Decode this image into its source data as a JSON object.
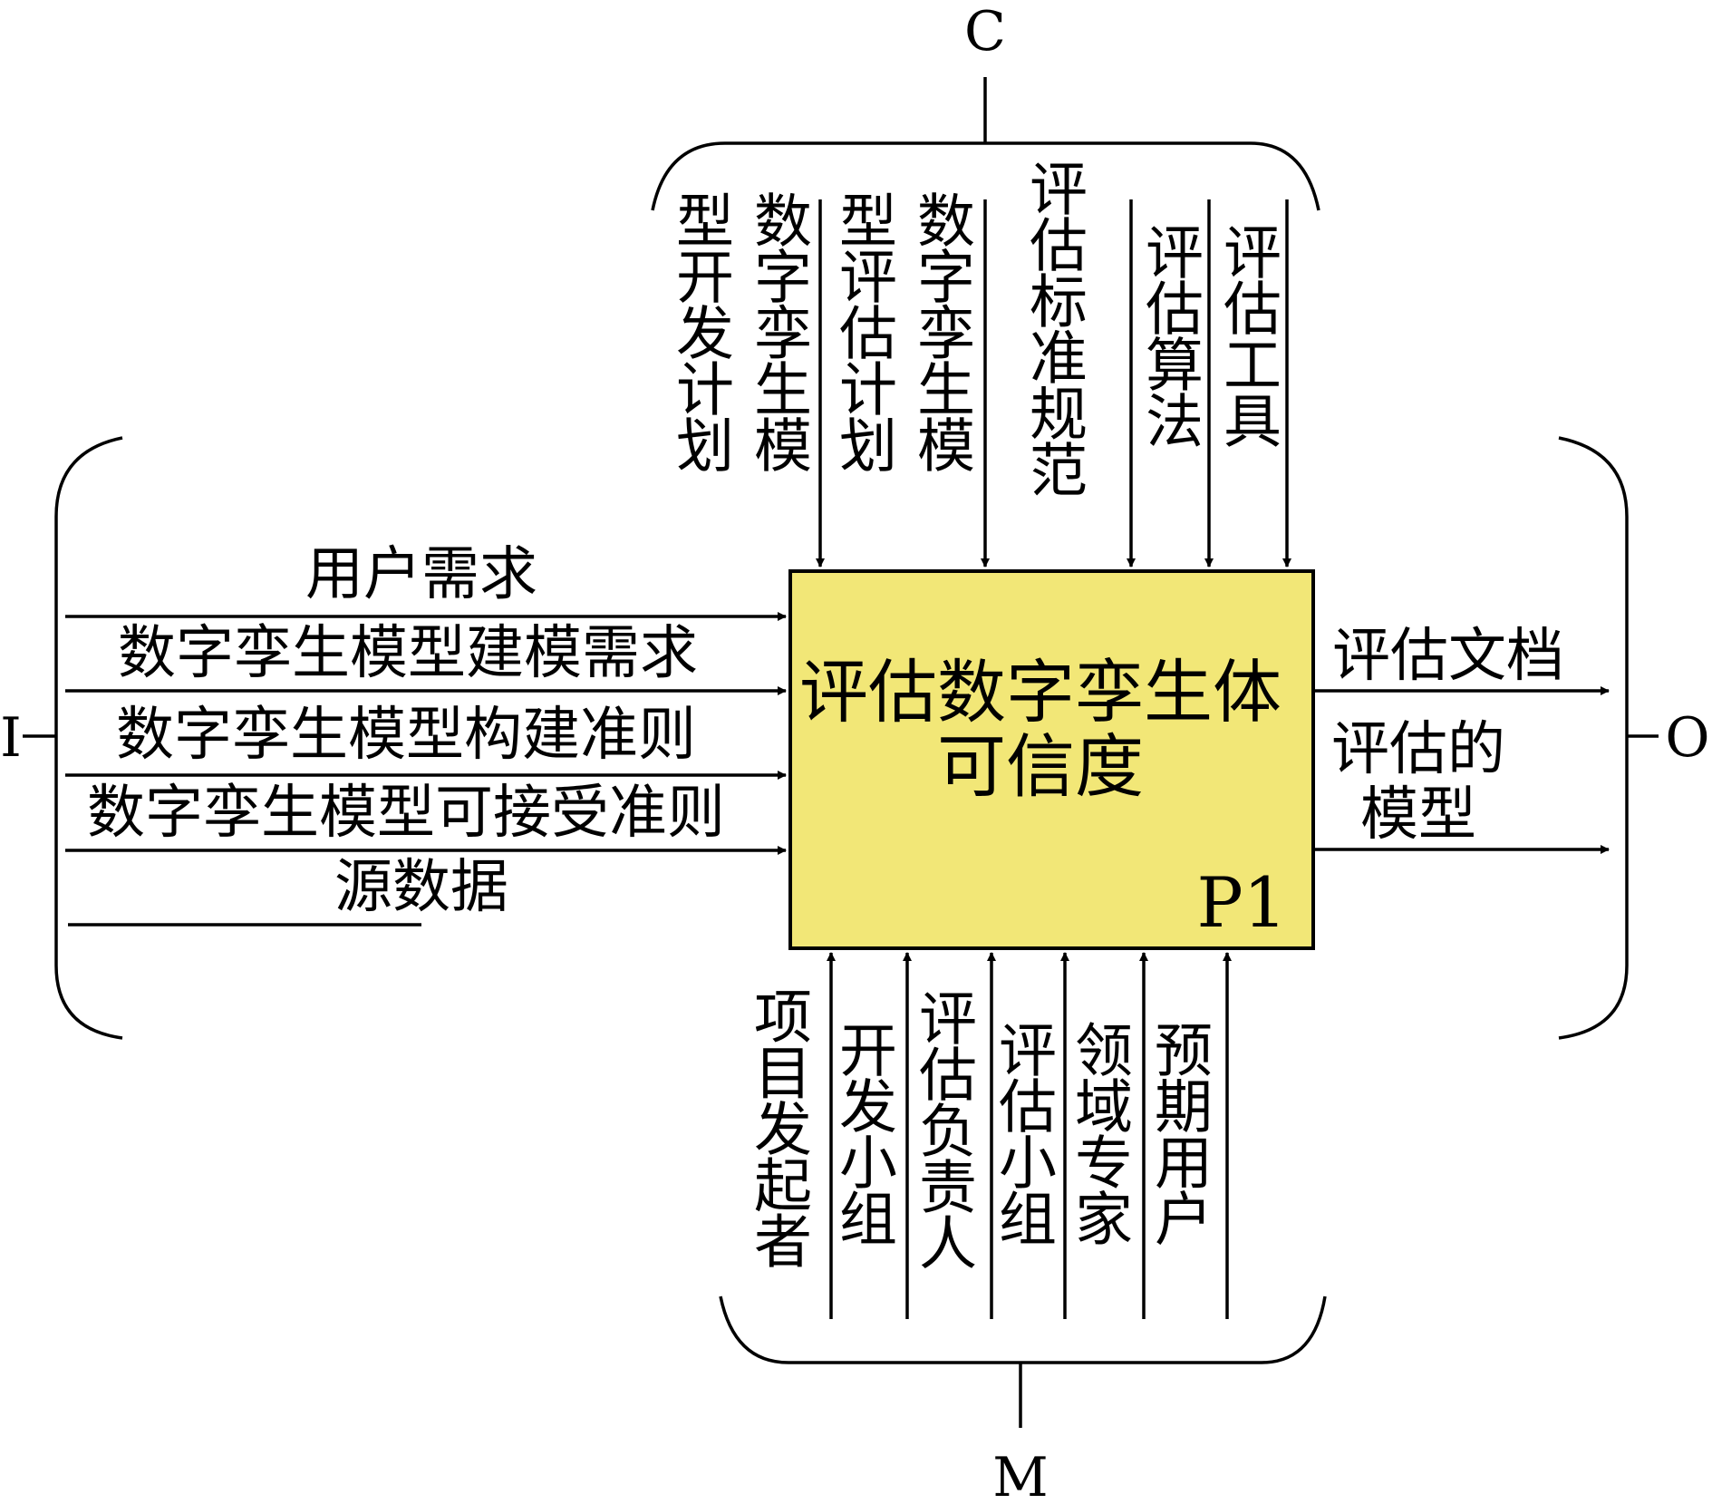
{
  "process": {
    "title_line1": "评估数字孪生体",
    "title_line2": "可信度",
    "id": "P1",
    "box_color": "#F2E777"
  },
  "sides": {
    "control": "C",
    "input": "I",
    "output": "O",
    "mechanism": "M"
  },
  "inputs": [
    "用户需求",
    "数字孪生模型建模需求",
    "数字孪生模型构建准则",
    "数字孪生模型可接受准则",
    "源数据"
  ],
  "controls": [
    {
      "line1": "数字孪生模",
      "line2": "型开发计划"
    },
    {
      "line1": "数字孪生模",
      "line2": "型评估计划"
    },
    {
      "line1": "评估标准规范"
    },
    {
      "line1": "评估算法"
    },
    {
      "line1": "评估工具"
    }
  ],
  "outputs": [
    "评估文档",
    "评估的",
    "模型"
  ],
  "mechanisms": [
    "项目发起者",
    "开发小组",
    "评估负责人",
    "评估小组",
    "领域专家",
    "预期用户"
  ]
}
